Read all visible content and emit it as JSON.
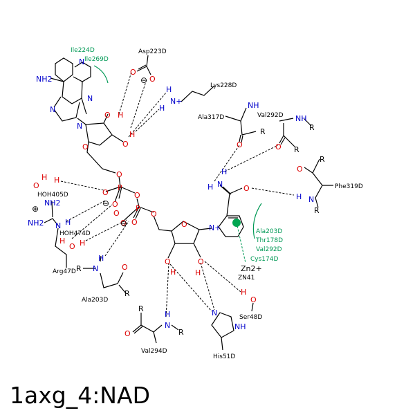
{
  "caption": "1axg_4:NAD",
  "colors": {
    "default": "#000000",
    "nitrogen": "#0000cc",
    "oxygen": "#dd0000",
    "contact": "#009955",
    "metal_marker": "#00a651"
  },
  "atoms": {
    "nh2_top": {
      "text": "NH2",
      "color": "nitrogen"
    },
    "purine_n1": {
      "text": "N",
      "color": "nitrogen"
    },
    "purine_n3": {
      "text": "N",
      "color": "nitrogen"
    },
    "purine_n7": {
      "text": "N",
      "color": "nitrogen"
    },
    "purine_n9": {
      "text": "N",
      "color": "nitrogen"
    },
    "ribose1_o": {
      "text": "O",
      "color": "oxygen"
    },
    "ribose1_o2": {
      "text": "O",
      "color": "oxygen"
    },
    "ribose1_h2": {
      "text": "H",
      "color": "oxygen"
    },
    "ribose1_o3": {
      "text": "O",
      "color": "oxygen"
    },
    "ribose1_h3": {
      "text": "H",
      "color": "oxygen"
    },
    "asp_o1": {
      "text": "O",
      "color": "oxygen"
    },
    "asp_o2": {
      "text": "O",
      "color": "oxygen"
    },
    "asp_minus": {
      "text": "⊖",
      "color": "default"
    },
    "lys_h1": {
      "text": "H",
      "color": "nitrogen"
    },
    "lys_h2": {
      "text": "H",
      "color": "nitrogen"
    },
    "lys_n": {
      "text": "N+",
      "color": "nitrogen"
    },
    "ala317_nh": {
      "text": "NH",
      "color": "nitrogen"
    },
    "ala317_r": {
      "text": "R",
      "color": "default"
    },
    "ala317_o": {
      "text": "O",
      "color": "oxygen"
    },
    "val292_nh": {
      "text": "NH",
      "color": "nitrogen"
    },
    "val292_r1": {
      "text": "R",
      "color": "default"
    },
    "val292_r2": {
      "text": "R",
      "color": "default"
    },
    "val292_o": {
      "text": "O",
      "color": "oxygen"
    },
    "amide_h1": {
      "text": "H",
      "color": "nitrogen"
    },
    "amide_n": {
      "text": "N",
      "color": "nitrogen"
    },
    "amide_h2": {
      "text": "H",
      "color": "nitrogen"
    },
    "amide_o": {
      "text": "O",
      "color": "oxygen"
    },
    "phe_o": {
      "text": "O",
      "color": "oxygen"
    },
    "phe_r1": {
      "text": "R",
      "color": "default"
    },
    "phe_h": {
      "text": "H",
      "color": "nitrogen"
    },
    "phe_n": {
      "text": "N",
      "color": "nitrogen"
    },
    "phe_r2": {
      "text": "R",
      "color": "default"
    },
    "water1_h1": {
      "text": "H",
      "color": "oxygen"
    },
    "water1_o": {
      "text": "O",
      "color": "oxygen"
    },
    "water1_h2": {
      "text": "H",
      "color": "oxygen"
    },
    "pa_p": {
      "text": "P",
      "color": "oxygen"
    },
    "pa_o_top": {
      "text": "O",
      "color": "oxygen"
    },
    "pa_o_left": {
      "text": "O",
      "color": "oxygen"
    },
    "pa_o_bridge": {
      "text": "O",
      "color": "oxygen"
    },
    "pa_o_minus": {
      "text": "O",
      "color": "oxygen"
    },
    "pa_minus": {
      "text": "⊖",
      "color": "default"
    },
    "pn_p": {
      "text": "P",
      "color": "oxygen"
    },
    "pn_o_right": {
      "text": "O",
      "color": "oxygen"
    },
    "pn_o_left": {
      "text": "O",
      "color": "oxygen"
    },
    "pn_o_minus": {
      "text": "O",
      "color": "oxygen"
    },
    "pn_o_dbl": {
      "text": "O",
      "color": "oxygen"
    },
    "pn_minus": {
      "text": "⊖",
      "color": "default"
    },
    "guan_plus": {
      "text": "⊕",
      "color": "default"
    },
    "guan_nh2_top": {
      "text": "NH2",
      "color": "nitrogen"
    },
    "guan_nh2_left": {
      "text": "NH2",
      "color": "nitrogen"
    },
    "guan_n": {
      "text": "N",
      "color": "nitrogen"
    },
    "guan_h": {
      "text": "H",
      "color": "nitrogen"
    },
    "water2_h1": {
      "text": "H",
      "color": "oxygen"
    },
    "water2_o": {
      "text": "O",
      "color": "oxygen"
    },
    "water2_h2": {
      "text": "H",
      "color": "oxygen"
    },
    "ala203_r1": {
      "text": "R",
      "color": "default"
    },
    "ala203_n": {
      "text": "N",
      "color": "nitrogen"
    },
    "ala203_h": {
      "text": "H",
      "color": "nitrogen"
    },
    "ala203_o": {
      "text": "O",
      "color": "oxygen"
    },
    "ala203_r2": {
      "text": "R",
      "color": "default"
    },
    "ribose2_o": {
      "text": "O",
      "color": "oxygen"
    },
    "ribose2_o2": {
      "text": "O",
      "color": "oxygen"
    },
    "ribose2_h2": {
      "text": "H",
      "color": "oxygen"
    },
    "ribose2_o3": {
      "text": "O",
      "color": "oxygen"
    },
    "ribose2_h3": {
      "text": "H",
      "color": "oxygen"
    },
    "nic_n": {
      "text": "N+",
      "color": "nitrogen"
    },
    "zn": {
      "text": "Zn2+",
      "color": "default"
    },
    "ser_h": {
      "text": "H",
      "color": "oxygen"
    },
    "ser_o": {
      "text": "O",
      "color": "oxygen"
    },
    "val294_r1": {
      "text": "R",
      "color": "default"
    },
    "val294_o": {
      "text": "O",
      "color": "oxygen"
    },
    "val294_h": {
      "text": "H",
      "color": "nitrogen"
    },
    "val294_n": {
      "text": "N",
      "color": "nitrogen"
    },
    "val294_r2": {
      "text": "R",
      "color": "default"
    },
    "his_n1": {
      "text": "N",
      "color": "nitrogen"
    },
    "his_nh": {
      "text": "NH",
      "color": "nitrogen"
    }
  },
  "residues": {
    "ile224": {
      "text": "Ile224D",
      "color": "contact"
    },
    "ile269": {
      "text": "Ile269D",
      "color": "contact"
    },
    "asp223": {
      "text": "Asp223D",
      "color": "default"
    },
    "lys228": {
      "text": "Lys228D",
      "color": "default"
    },
    "ala317": {
      "text": "Ala317D",
      "color": "default"
    },
    "val292_top": {
      "text": "Val292D",
      "color": "default"
    },
    "phe319": {
      "text": "Phe319D",
      "color": "default"
    },
    "hoh405": {
      "text": "HOH405D",
      "color": "default"
    },
    "hoh474": {
      "text": "HOH474D",
      "color": "default"
    },
    "arg47": {
      "text": "Arg47D",
      "color": "default"
    },
    "ala203_bottom": {
      "text": "Ala203D",
      "color": "default"
    },
    "ala203_contact": {
      "text": "Ala203D",
      "color": "contact"
    },
    "thr178_contact": {
      "text": "Thr178D",
      "color": "contact"
    },
    "val292_contact": {
      "text": "Val292D",
      "color": "contact"
    },
    "cys174_contact": {
      "text": "Cys174D",
      "color": "contact"
    },
    "zn41": {
      "text": "ZN41",
      "color": "default"
    },
    "ser48": {
      "text": "Ser48D",
      "color": "default"
    },
    "val294": {
      "text": "Val294D",
      "color": "default"
    },
    "his51": {
      "text": "His51D",
      "color": "default"
    }
  }
}
